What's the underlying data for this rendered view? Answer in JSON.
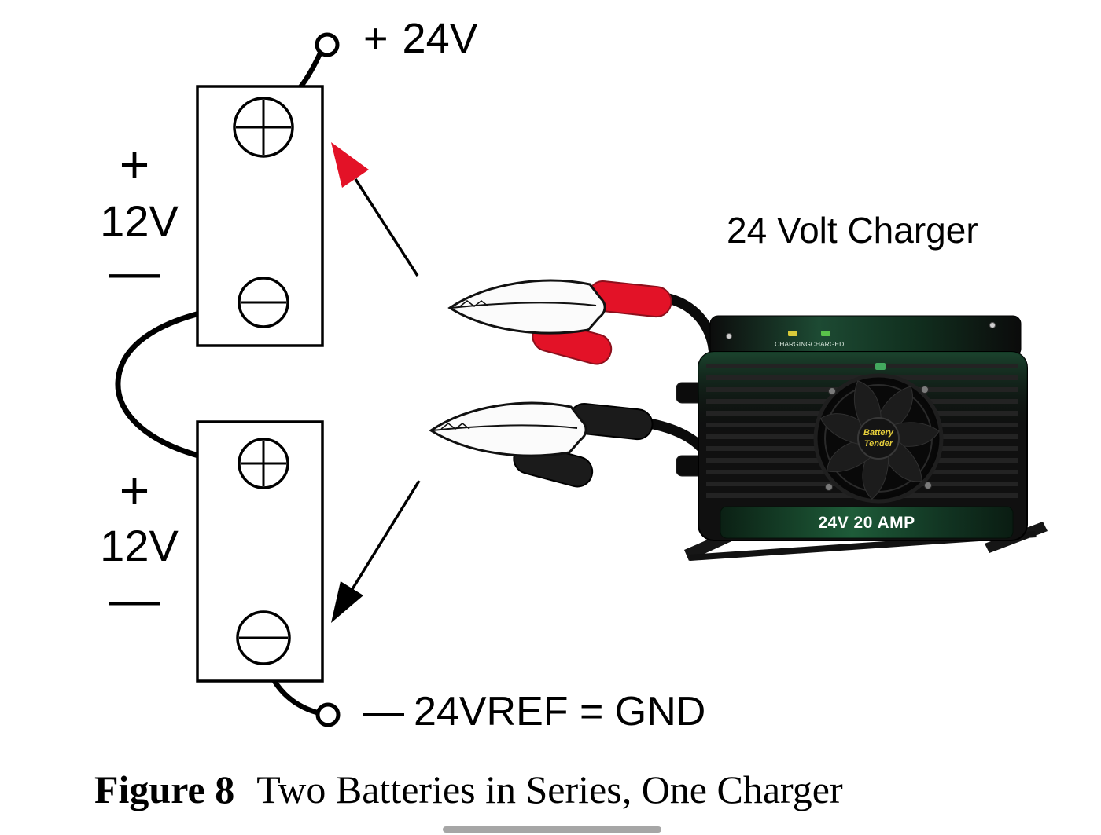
{
  "figure": {
    "caption_label": "Figure 8",
    "caption_text": "Two Batteries in Series, One Charger"
  },
  "output_labels": {
    "positive_sign": "+",
    "positive_text": "24V",
    "negative_sign": "—",
    "negative_text": "24VREF = GND"
  },
  "battery1": {
    "plus_sign": "+",
    "voltage": "12V",
    "minus_sign": "—"
  },
  "battery2": {
    "plus_sign": "+",
    "voltage": "12V",
    "minus_sign": "—"
  },
  "charger": {
    "label": "24 Volt Charger",
    "led_charging_label": "CHARGING",
    "led_charged_label": "CHARGED",
    "brand_line1": "Battery",
    "brand_line2": "Tender",
    "power_rating": "24V 20 AMP"
  },
  "colors": {
    "background": "#ffffff",
    "line": "#000000",
    "arrow_red": "#e31227",
    "clamp_boot_red": "#e31227",
    "clamp_boot_black": "#1b1b1b",
    "charger_body": "#101010",
    "charger_green": "#1e5c39",
    "brand_yellow": "#e8d03c"
  }
}
